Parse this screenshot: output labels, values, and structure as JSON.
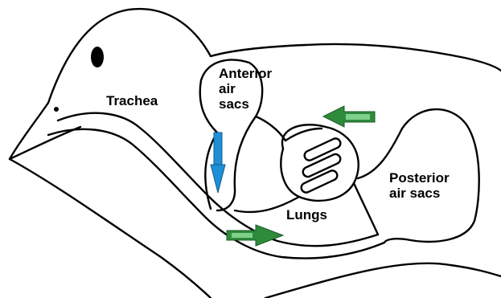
{
  "labels": {
    "trachea": "Trachea",
    "anterior": "Anterior\nair\nsacs",
    "lungs": "Lungs",
    "posterior": "Posterior\nair sacs"
  },
  "colors": {
    "outline": "#000000",
    "arrow_blue": "#1f8fd6",
    "arrow_green": "#2e8b3c",
    "arrow_green_light": "#7fd08a"
  }
}
